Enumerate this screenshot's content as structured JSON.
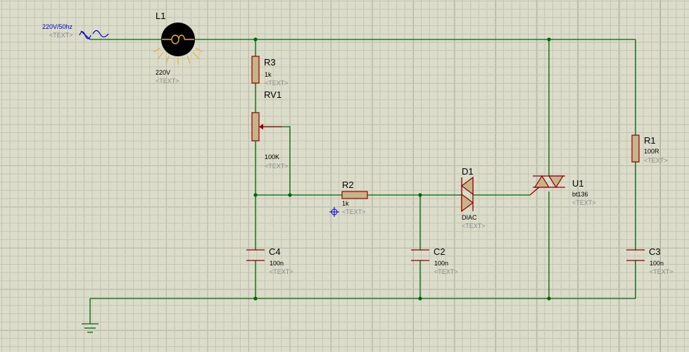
{
  "source": {
    "label": "220V/50hz",
    "text": "<TEXT>"
  },
  "lamp": {
    "ref": "L1",
    "value": "220V",
    "text": "<TEXT>"
  },
  "r3": {
    "ref": "R3",
    "value": "1k",
    "text": "<TEXT>"
  },
  "rv1": {
    "ref": "RV1",
    "value": "100K",
    "text": "<TEXT>"
  },
  "r2": {
    "ref": "R2",
    "value": "1k",
    "text": "<TEXT>"
  },
  "d1": {
    "ref": "D1",
    "value": "DIAC",
    "text": "<TEXT>"
  },
  "u1": {
    "ref": "U1",
    "value": "bt136",
    "text": "<TEXT>"
  },
  "r1": {
    "ref": "R1",
    "value": "100R",
    "text": "<TEXT>"
  },
  "c4": {
    "ref": "C4",
    "value": "100n",
    "text": "<TEXT>"
  },
  "c2": {
    "ref": "C2",
    "value": "100n",
    "text": "<TEXT>"
  },
  "c3": {
    "ref": "C3",
    "value": "100n",
    "text": "<TEXT>"
  },
  "colors": {
    "wire": "#00640a",
    "component": "#8b0000",
    "body_fill": "#c9b48a",
    "source_label": "#0000cc",
    "placeholder": "#8a8a8a",
    "grid": "#c4c4b0"
  }
}
